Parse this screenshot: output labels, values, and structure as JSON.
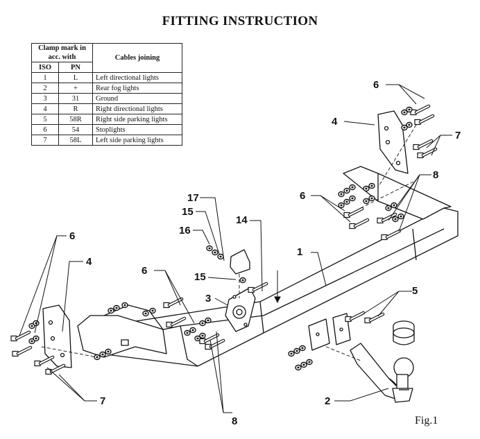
{
  "title": "FITTING INSTRUCTION",
  "table": {
    "header_clamp": "Clamp mark in acc. with",
    "header_iso": "ISO",
    "header_pn": "PN",
    "header_cables": "Cables joining",
    "rows": [
      {
        "iso": "1",
        "pn": "L",
        "desc": "Left directional lights"
      },
      {
        "iso": "2",
        "pn": "+",
        "desc": "Rear fog lights"
      },
      {
        "iso": "3",
        "pn": "31",
        "desc": "Ground"
      },
      {
        "iso": "4",
        "pn": "R",
        "desc": "Right directional lights"
      },
      {
        "iso": "5",
        "pn": "58R",
        "desc": "Right side parking lights"
      },
      {
        "iso": "6",
        "pn": "54",
        "desc": "Stoplights"
      },
      {
        "iso": "7",
        "pn": "58L",
        "desc": "Left side parking lights"
      }
    ]
  },
  "callouts": {
    "c1": "1",
    "c2": "2",
    "c3": "3",
    "c4a": "4",
    "c4b": "4",
    "c5": "5",
    "c6a": "6",
    "c6b": "6",
    "c6c": "6",
    "c6d": "6",
    "c7a": "7",
    "c7b": "7",
    "c8a": "8",
    "c8b": "8",
    "c14": "14",
    "c15a": "15",
    "c15b": "15",
    "c16": "16",
    "c17": "17"
  },
  "figure_caption": "Fig.1"
}
